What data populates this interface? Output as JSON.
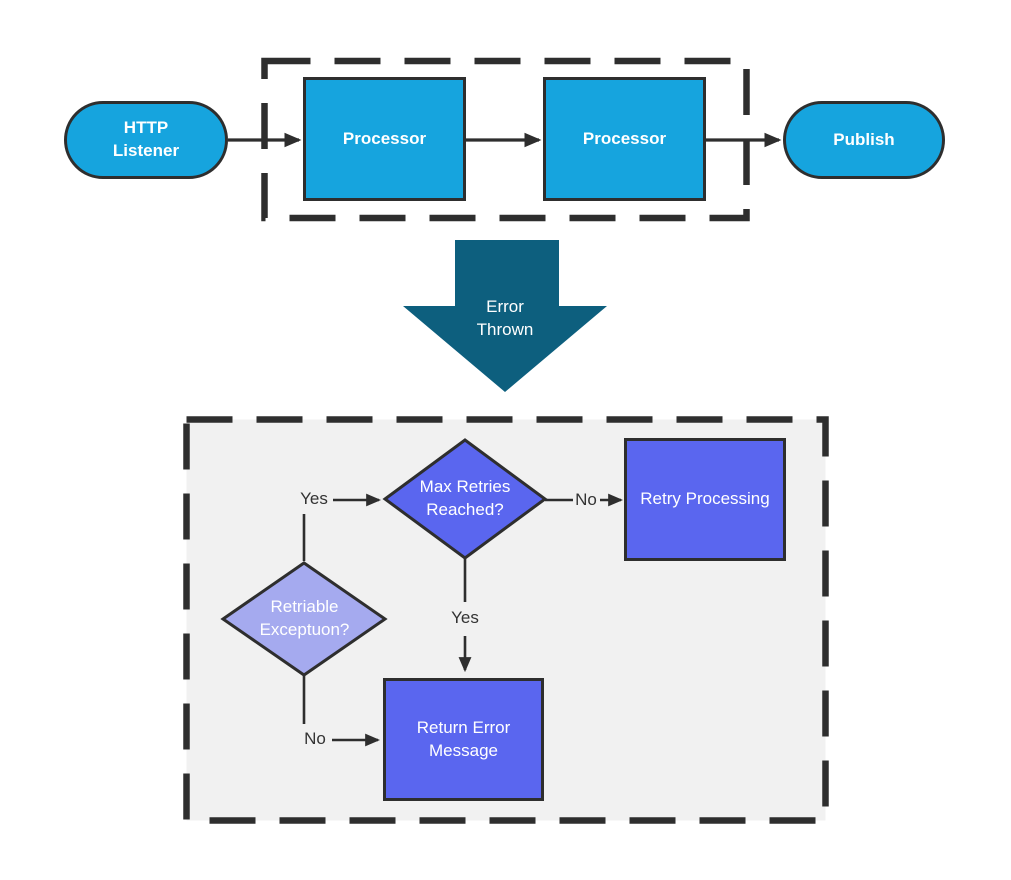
{
  "colors": {
    "accent-cyan": "#16A4DE",
    "accent-teal": "#0D5F7E",
    "accent-purple": "#5A66EF",
    "accent-purple-light": "#A5AAEF",
    "stroke-dark": "#2E2E2E",
    "label-color": "#333333",
    "panel-bg": "#F1F1F1",
    "node-text": "#FFFFFF",
    "page-bg": "#FFFFFF"
  },
  "flow": {
    "listener_label": "HTTP Listener",
    "processor1_label": "Processor",
    "processor2_label": "Processor",
    "publish_label": "Publish"
  },
  "error_arrow": {
    "label": "Error Thrown"
  },
  "handler": {
    "max_retries_label": "Max Retries Reached?",
    "retry_label": "Retry Processing",
    "retriable_label": "Retriable Exceptuon?",
    "return_label": "Return Error Message",
    "edge_labels": {
      "retriable_yes": "Yes",
      "max_no": "No",
      "max_yes": "Yes",
      "retriable_no": "No"
    }
  }
}
